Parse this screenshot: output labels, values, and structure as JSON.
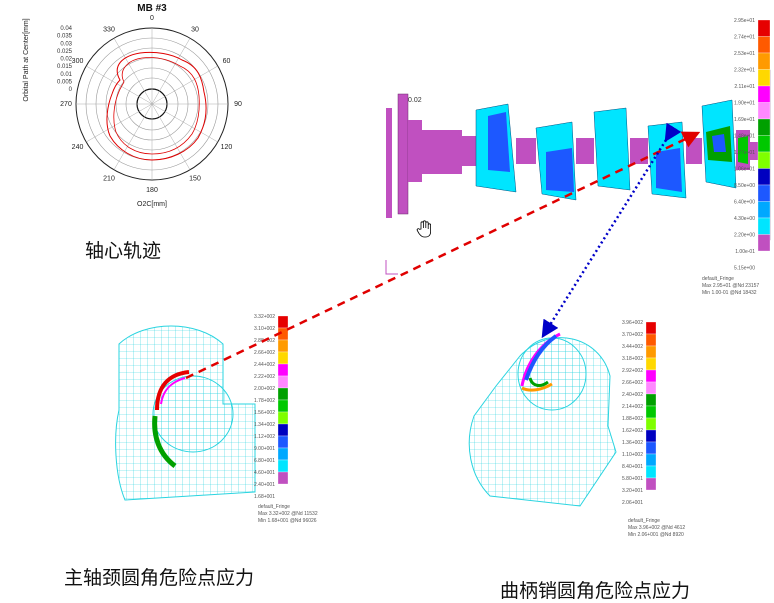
{
  "polar": {
    "title": "MB #3",
    "ylabel": "Orbital Path at Center[mm]",
    "xlabel": "O2C[mm]",
    "radial_ticks": [
      "0.04",
      "0.035",
      "0.03",
      "0.025",
      "0.02",
      "0.015",
      "0.01",
      "0.005",
      "0"
    ],
    "angle_labels": [
      "0",
      "30",
      "60",
      "90",
      "120",
      "150",
      "180",
      "210",
      "240",
      "270",
      "300",
      "330"
    ]
  },
  "captions": {
    "orbit": "轴心轨迹",
    "main_fillet": "主轴颈圆角危险点应力",
    "pin_fillet": "曲柄销圆角危险点应力"
  },
  "crank": {
    "corner_label": "0.02",
    "legend_values": [
      "2.95e+01",
      "2.74e+01",
      "2.53e+01",
      "2.32e+01",
      "2.11e+01",
      "1.90e+01",
      "1.69e+01",
      "1.48e+01",
      "1.27e+01",
      "1.06e+01",
      "8.50e+00",
      "6.40e+00",
      "4.30e+00",
      "2.20e+00",
      "1.00e-01",
      "5.15e+00"
    ],
    "footer": [
      "default_Fringe",
      "Max 2.95+01 @Nd 23157",
      "Min 1.00-01 @Nd 18432"
    ]
  },
  "main_journal": {
    "legend_values": [
      "3.32+002",
      "3.10+002",
      "2.88+002",
      "2.66+002",
      "2.44+002",
      "2.22+002",
      "2.00+002",
      "1.78+002",
      "1.56+002",
      "1.34+002",
      "1.12+002",
      "9.00+001",
      "6.80+001",
      "4.60+001",
      "2.40+001",
      "1.68+001"
    ],
    "footer": [
      "default_Fringe",
      "Max 3.32+002 @Nd 11532",
      "Min 1.68+001 @Nd 96026"
    ]
  },
  "crank_pin": {
    "legend_values": [
      "3.96+002",
      "3.70+002",
      "3.44+002",
      "3.18+002",
      "2.92+002",
      "2.66+002",
      "2.40+002",
      "2.14+002",
      "1.88+002",
      "1.62+002",
      "1.36+002",
      "1.10+002",
      "8.40+001",
      "5.80+001",
      "3.20+001",
      "2.06+001"
    ],
    "footer": [
      "default_Fringe",
      "Max 3.96+002 @Nd 4612",
      "Min 2.06+001 @Nd 8920"
    ]
  },
  "fringe_colors": [
    "#e60000",
    "#ff5a00",
    "#ff9a00",
    "#ffd800",
    "#ff00ff",
    "#ff88ff",
    "#00a000",
    "#00c800",
    "#7fff00",
    "#0000c0",
    "#1d58ff",
    "#00a8ff",
    "#00e5ff",
    "#c050c0"
  ],
  "arrow_colors": {
    "main": "#e00000",
    "pin": "#0000c8"
  }
}
